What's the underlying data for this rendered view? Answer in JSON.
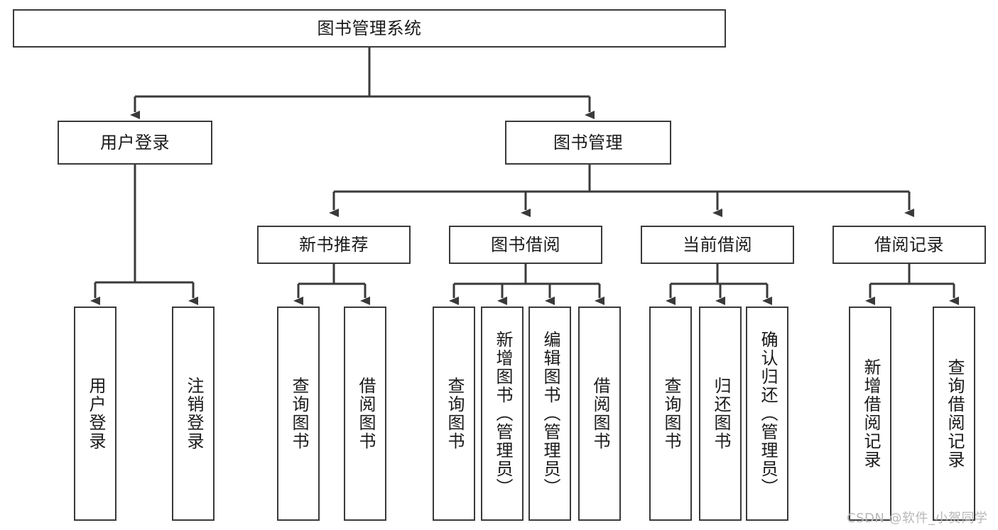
{
  "diagram": {
    "title": "图书管理系统",
    "type": "tree-hierarchy-chart",
    "colors": {
      "box_border": "#3a3a3a",
      "box_fill": "#ffffff",
      "connector": "#3a3a3a",
      "text": "#1a1a1a",
      "watermark": "#b8b8b8"
    },
    "levels": {
      "root": {
        "label": "图书管理系统"
      },
      "level2": [
        {
          "id": "user-login",
          "label": "用户登录"
        },
        {
          "id": "book-management",
          "label": "图书管理"
        }
      ],
      "level3": [
        {
          "id": "new-book-recommend",
          "label": "新书推荐",
          "parent": "book-management"
        },
        {
          "id": "book-borrow",
          "label": "图书借阅",
          "parent": "book-management"
        },
        {
          "id": "current-borrow",
          "label": "当前借阅",
          "parent": "book-management"
        },
        {
          "id": "borrow-record",
          "label": "借阅记录",
          "parent": "book-management"
        }
      ],
      "leaves": [
        {
          "id": "leaf-user-login",
          "label": "用户登录",
          "parent": "user-login"
        },
        {
          "id": "leaf-logout",
          "label": "注销登录",
          "parent": "user-login"
        },
        {
          "id": "leaf-query-book-1",
          "label": "查询图书",
          "parent": "new-book-recommend"
        },
        {
          "id": "leaf-borrow-book-1",
          "label": "借阅图书",
          "parent": "new-book-recommend"
        },
        {
          "id": "leaf-query-book-2",
          "label": "查询图书",
          "parent": "book-borrow"
        },
        {
          "id": "leaf-add-book",
          "label": "新增图书（管理员）",
          "parent": "book-borrow"
        },
        {
          "id": "leaf-edit-book",
          "label": "编辑图书（管理员）",
          "parent": "book-borrow"
        },
        {
          "id": "leaf-borrow-book-2",
          "label": "借阅图书",
          "parent": "book-borrow"
        },
        {
          "id": "leaf-query-book-3",
          "label": "查询图书",
          "parent": "current-borrow"
        },
        {
          "id": "leaf-return-book",
          "label": "归还图书",
          "parent": "current-borrow"
        },
        {
          "id": "leaf-confirm-return",
          "label": "确认归还（管理员）",
          "parent": "current-borrow"
        },
        {
          "id": "leaf-add-record",
          "label": "新增借阅记录",
          "parent": "borrow-record"
        },
        {
          "id": "leaf-query-record",
          "label": "查询借阅记录",
          "parent": "borrow-record"
        }
      ]
    }
  },
  "watermark": {
    "text": "CSDN @软件_小贺同学"
  }
}
